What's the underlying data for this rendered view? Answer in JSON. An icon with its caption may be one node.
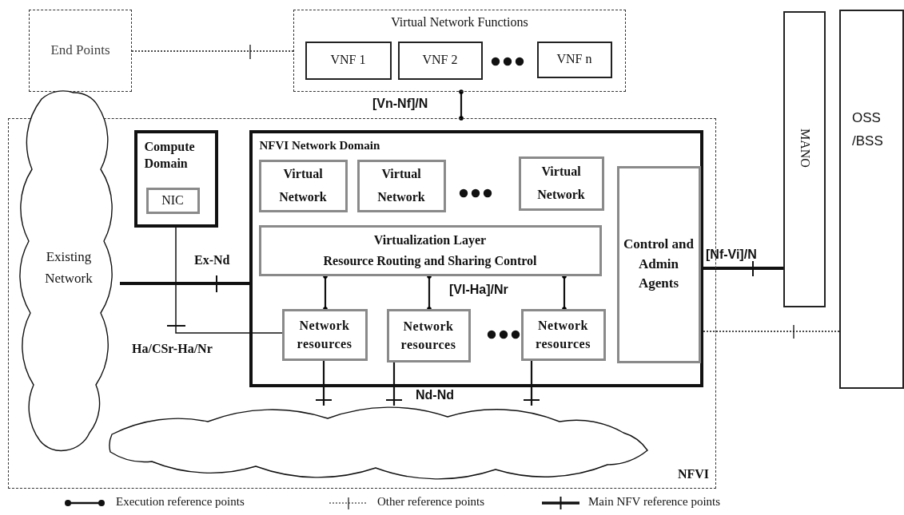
{
  "diagram": {
    "nodes": [
      {
        "text": [
          "End Points"
        ]
      },
      {
        "text": [
          "Virtual Network Functions"
        ]
      },
      {
        "text": [
          "VNF 1"
        ],
        "in": 1
      },
      {
        "text": [
          "VNF 2"
        ],
        "in": 1
      },
      {
        "text": [
          "VNF n"
        ],
        "in": 1
      },
      {
        "text": [
          "MANO"
        ]
      },
      {
        "text": [
          "OSS /BSS"
        ]
      },
      {
        "text": [
          "NFVI"
        ]
      },
      {
        "text": [
          "Existing Network"
        ]
      },
      {
        "text": [
          "Compute Domain"
        ],
        "in": 7
      },
      {
        "text": [
          "NIC"
        ],
        "in": 9
      },
      {
        "text": [
          "NFVI Network Domain"
        ],
        "in": 7
      },
      {
        "text": [
          "Virtual Network"
        ],
        "in": 11
      },
      {
        "text": [
          "Virtual Network"
        ],
        "in": 11
      },
      {
        "text": [
          "Virtual Network"
        ],
        "in": 11
      },
      {
        "text": [
          "Virtualization Layer",
          "Resource Routing and Sharing Control"
        ],
        "in": 11
      },
      {
        "text": [
          "Control and Admin Agents"
        ],
        "in": 11
      },
      {
        "text": [
          "Network resources"
        ],
        "in": 11
      },
      {
        "text": [
          "Network resources"
        ],
        "in": 11
      },
      {
        "text": [
          "Network resources"
        ],
        "in": 11
      },
      {
        "text": [],
        "shape": "cloud",
        "in": 7
      }
    ],
    "edges": [
      {
        "from": 0,
        "to": 1,
        "arrow": "none",
        "style": "dashed"
      },
      {
        "from": 1,
        "to": 7,
        "arrow": "other",
        "label": "[Vn-Nf]/N"
      },
      {
        "from": 8,
        "to": 11,
        "arrow": "none",
        "label": "Ex-Nd",
        "style": "thick"
      },
      {
        "from": 9,
        "to": 17,
        "arrow": "none",
        "label": "Ha/CSr-Ha/Nr"
      },
      {
        "from": 15,
        "to": 17,
        "arrow": "other"
      },
      {
        "from": 15,
        "to": 18,
        "arrow": "other",
        "label": "[Vl-Ha]/Nr"
      },
      {
        "from": 15,
        "to": 19,
        "arrow": "other"
      },
      {
        "from": 17,
        "to": 20,
        "arrow": "none"
      },
      {
        "from": 18,
        "to": 20,
        "arrow": "none",
        "label": "Nd-Nd"
      },
      {
        "from": 19,
        "to": 20,
        "arrow": "none"
      },
      {
        "from": 11,
        "to": 5,
        "arrow": "none",
        "label": "[Nf-Vi]/N",
        "style": "thick"
      },
      {
        "from": 11,
        "to": 6,
        "arrow": "none",
        "style": "dashed"
      }
    ],
    "legend": [
      {
        "text": "Execution reference points"
      },
      {
        "text": "Other reference points"
      },
      {
        "text": "Main NFV reference points"
      }
    ]
  }
}
